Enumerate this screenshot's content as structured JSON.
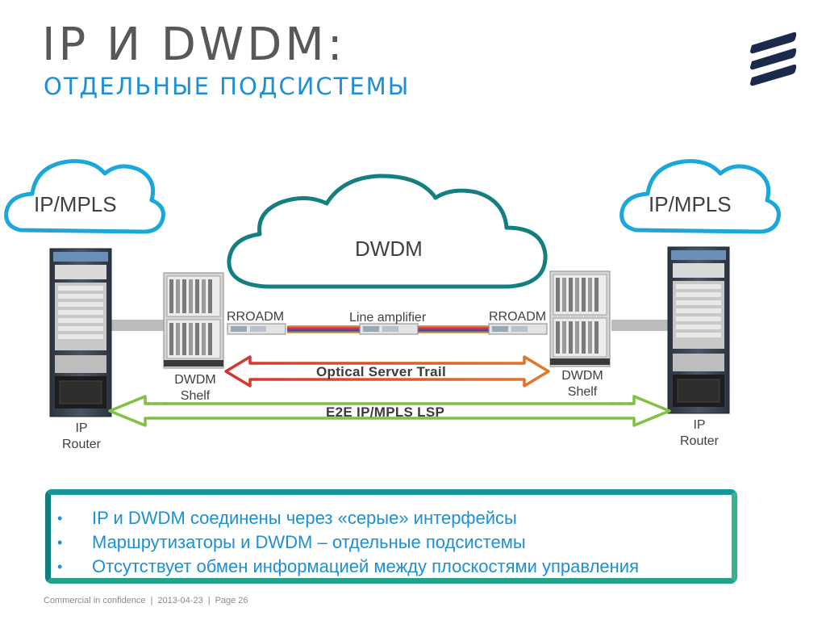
{
  "slide": {
    "title": "IP И DWDM:",
    "subtitle": "ОТДЕЛЬНЫЕ ПОДСИСТЕМЫ"
  },
  "logo": {
    "icon": "ericsson-logo-icon",
    "color": "#1b2a4a"
  },
  "diagram": {
    "cloud_left": "IP/MPLS",
    "cloud_center": "DWDM",
    "cloud_right": "IP/MPLS",
    "left_router_label_line1": "IP",
    "left_router_label_line2": "Router",
    "right_router_label_line1": "IP",
    "right_router_label_line2": "Router",
    "left_shelf_label_line1": "DWDM",
    "left_shelf_label_line2": "Shelf",
    "right_shelf_label_line1": "DWDM",
    "right_shelf_label_line2": "Shelf",
    "left_roadm": "RROADM",
    "right_roadm": "RROADM",
    "line_amplifier": "Line amplifier",
    "optical_trail": "Optical Server Trail",
    "lsp": "E2E IP/MPLS LSP",
    "colors": {
      "cloud_blue": "#1ba7d9",
      "cloud_teal": "#157f80",
      "optical_arrow": "#d9534f",
      "lsp_arrow": "#7fc241"
    }
  },
  "bullets": [
    "IP и DWDM соединены через «серые» интерфейсы",
    "Маршрутизаторы и DWDM – отдельные подсистемы",
    "Отсутствует обмен информацией между плоскостями управления"
  ],
  "bullet_marker": "•",
  "footer": {
    "confidentiality": "Commercial in confidence",
    "date": "2013-04-23",
    "page": "Page 26",
    "separator": "|"
  }
}
